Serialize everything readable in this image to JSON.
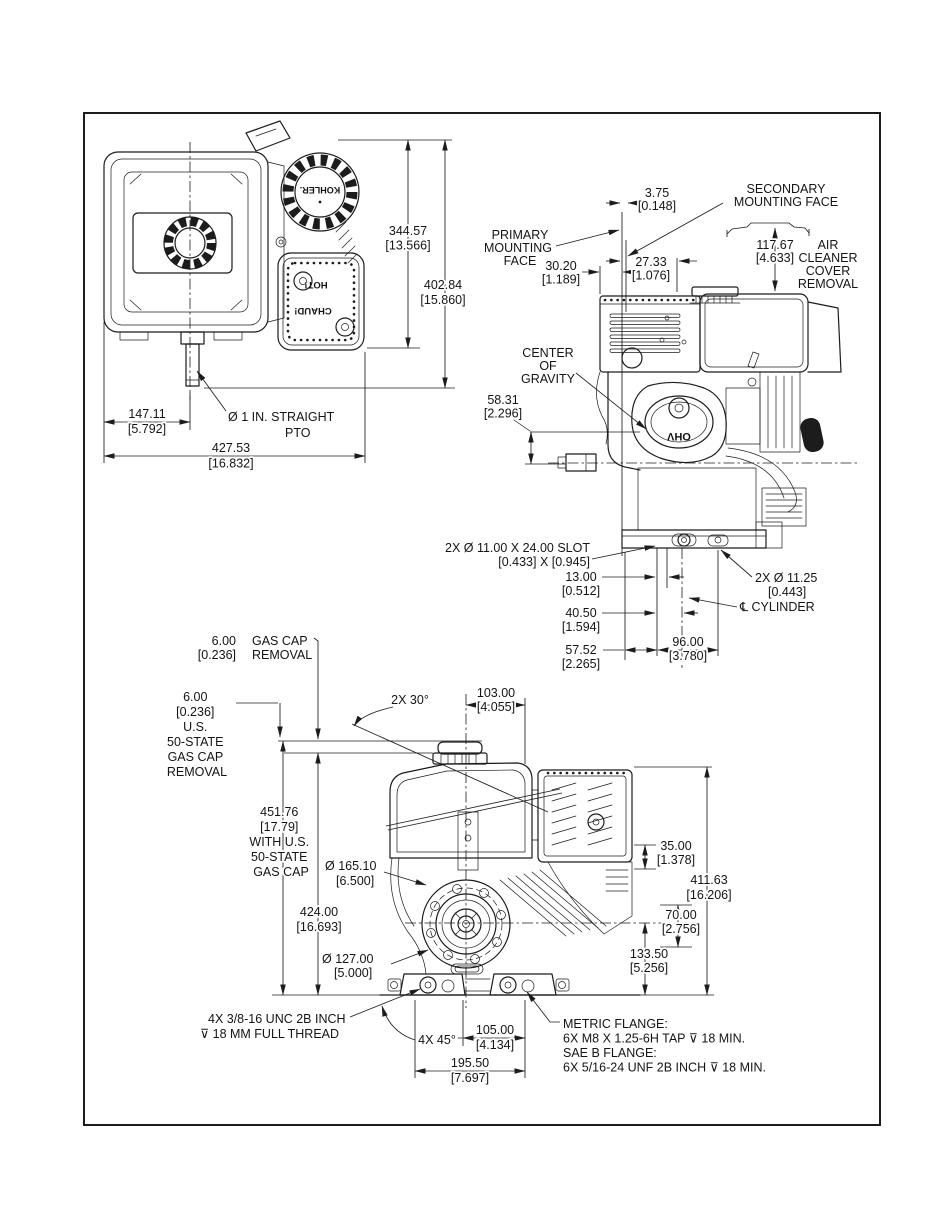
{
  "front": {
    "dims": {
      "h1": {
        "mm": "344.57",
        "in": "[13.566]"
      },
      "h2": {
        "mm": "402.84",
        "in": "[15.860]"
      },
      "w1": {
        "mm": "147.11",
        "in": "[5.792]"
      },
      "w2": {
        "mm": "427.53",
        "in": "[16.832]"
      }
    },
    "pto": {
      "l1": "Ø 1 IN. STRAIGHT",
      "l2": "PTO"
    },
    "decals": {
      "kohler": "KOHLER.",
      "hot": "HOT!",
      "chaud": "CHAUD!"
    }
  },
  "side": {
    "decals": {
      "ohv": "OHV"
    },
    "callouts": {
      "primary": [
        "PRIMARY",
        "MOUNTING",
        "FACE"
      ],
      "secondary": [
        "SECONDARY",
        "MOUNTING FACE"
      ],
      "air": [
        "AIR",
        "CLEANER",
        "COVER",
        "REMOVAL"
      ],
      "cog": [
        "CENTER",
        "OF",
        "GRAVITY"
      ],
      "slot": [
        "2X Ø 11.00 X 24.00 SLOT",
        "[0.433] X [0.945]"
      ],
      "holes": [
        "2X Ø 11.25",
        "[0.443]"
      ],
      "cyl": "℄ CYLINDER"
    },
    "dims": {
      "offset": {
        "mm": "3.75",
        "in": "[0.148]"
      },
      "face1": {
        "mm": "30.20",
        "in": "[1.189]"
      },
      "face2": {
        "mm": "27.33",
        "in": "[1.076]"
      },
      "aircover": {
        "mm": "117.67",
        "in": "[4.633]"
      },
      "cog": {
        "mm": "58.31",
        "in": "[2.296]"
      },
      "s13": {
        "mm": "13.00",
        "in": "[0.512]"
      },
      "s40": {
        "mm": "40.50",
        "in": "[1.594]"
      },
      "s57": {
        "mm": "57.52",
        "in": "[2.265]"
      },
      "s96": {
        "mm": "96.00",
        "in": "[3.780]"
      }
    }
  },
  "bottom": {
    "callouts": {
      "capdim": {
        "mm": "6.00",
        "in": "[0.236]"
      },
      "cap": [
        "GAS CAP",
        "REMOVAL"
      ],
      "uscap": [
        "6.00",
        "[0.236]",
        "U.S.",
        "50-STATE",
        "GAS CAP",
        "REMOVAL"
      ],
      "withcap": [
        "451.76",
        "[17.79]",
        "WITH U.S.",
        "50-STATE",
        "GAS CAP"
      ],
      "angle30": "2X 30°",
      "angle45": "4X 45°",
      "bc": {
        "mm": "Ø 165.10",
        "in": "[6.500]"
      },
      "pilot": {
        "mm": "Ø 127.00",
        "in": "[5.000]"
      },
      "thread": [
        "4X 3/8-16 UNC 2B INCH",
        "⊽ 18 MM FULL THREAD"
      ],
      "flange": [
        "METRIC FLANGE:",
        "6X M8 X 1.25-6H TAP ⊽ 18 MIN.",
        "SAE B FLANGE:",
        "6X 5/16-24 UNF 2B INCH ⊽ 18 MIN."
      ]
    },
    "dims": {
      "cap103": {
        "mm": "103.00",
        "in": "[4.055]"
      },
      "h424": {
        "mm": "424.00",
        "in": "[16.693]"
      },
      "t35": {
        "mm": "35.00",
        "in": "[1.378]"
      },
      "h411": {
        "mm": "411.63",
        "in": "[16.206]"
      },
      "f70": {
        "mm": "70.00",
        "in": "[2.756]"
      },
      "cl133": {
        "mm": "133.50",
        "in": "[5.256]"
      },
      "b105": {
        "mm": "105.00",
        "in": "[4.134]"
      },
      "b195": {
        "mm": "195.50",
        "in": "[7.697]"
      }
    }
  }
}
